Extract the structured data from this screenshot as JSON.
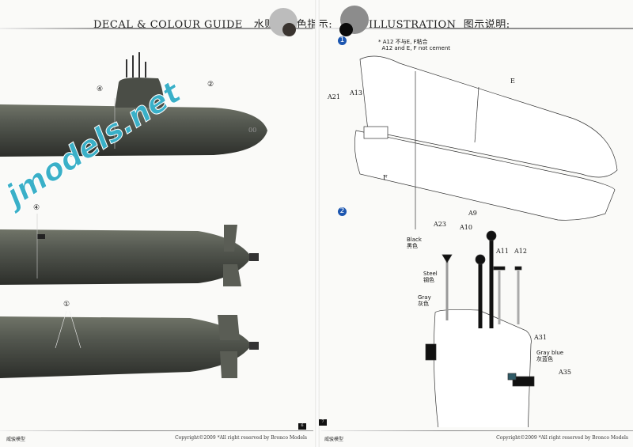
{
  "header": {
    "left_title": "DECAL & COLOUR GUIDE",
    "left_title_cn": "水贴及涂色指示:",
    "right_title": "ILLUSTRATION",
    "right_title_cn": "图示说明:"
  },
  "watermark": "jmodels.net",
  "left": {
    "callouts": [
      "④",
      "②",
      "④",
      "①"
    ],
    "hull_number": "00"
  },
  "right": {
    "step1": {
      "number": "1",
      "note_cn": "* A12 不与E, F粘合",
      "note_en": "A12 and E, F not cement",
      "parts": [
        "A21",
        "A13",
        "E",
        "F"
      ]
    },
    "step2": {
      "number": "2",
      "parts": [
        "A23",
        "A9",
        "A10",
        "A11",
        "A12",
        "A31",
        "A35"
      ],
      "colors": [
        {
          "en": "Black",
          "cn": "黑色"
        },
        {
          "en": "Steel",
          "cn": "钢色"
        },
        {
          "en": "Gray",
          "cn": "灰色"
        },
        {
          "en": "Gray blue",
          "cn": "灰蓝色"
        }
      ]
    }
  },
  "footer": {
    "left_brand": "威骏模型",
    "left_copyright": "Copyright©2009  *All right reserved by Bronco Models",
    "page_left": "6",
    "page_right": "7",
    "right_brand": "威骏模型",
    "right_copyright": "Copyright©2009  *All right reserved by Bronco Models"
  }
}
